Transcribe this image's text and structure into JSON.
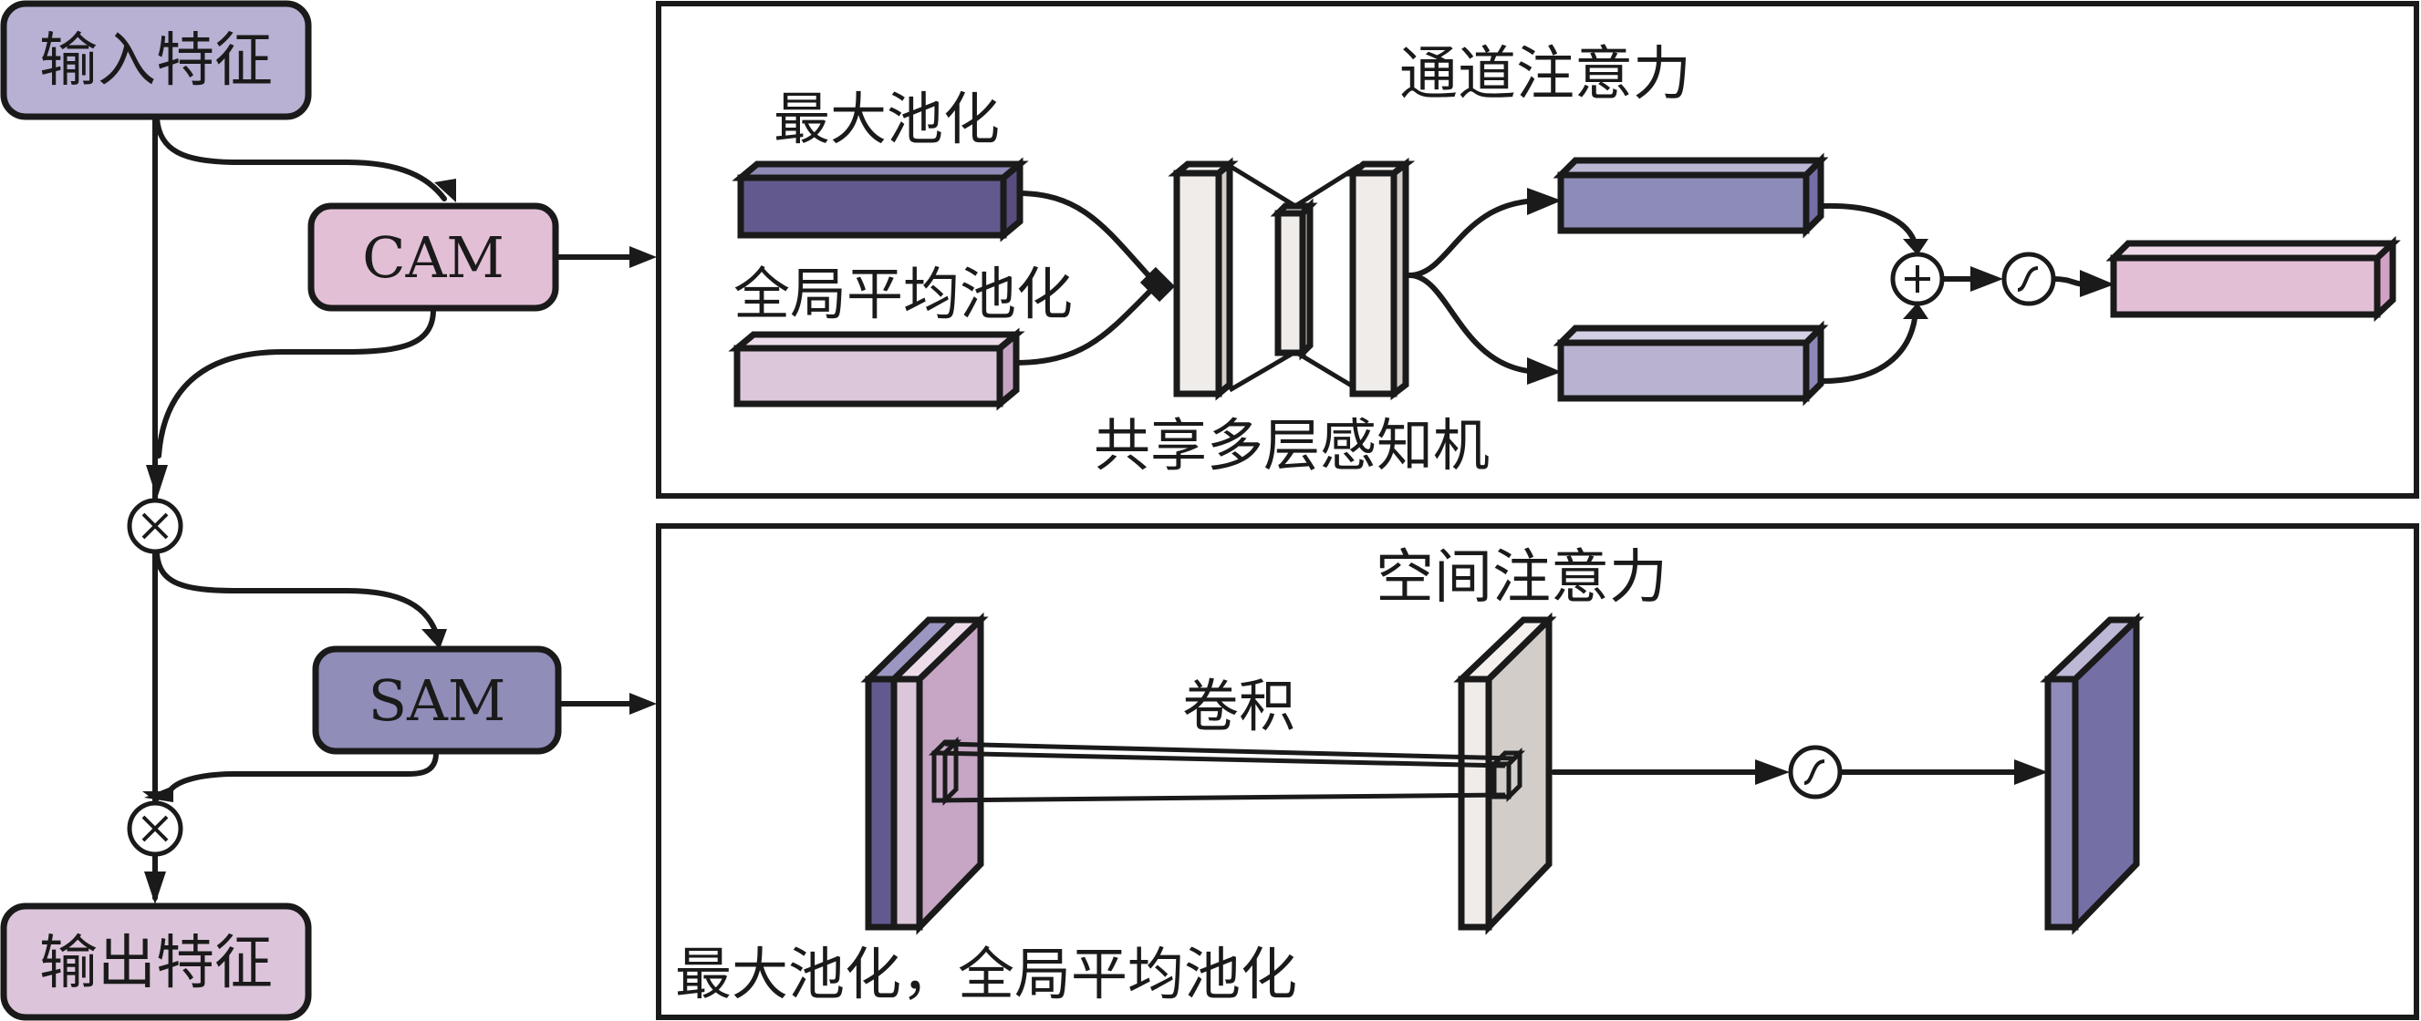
{
  "flow": {
    "input_label": "输入特征",
    "cam_label": "CAM",
    "sam_label": "SAM",
    "output_label": "输出特征",
    "multiply_symbol": "×",
    "colors": {
      "input_box": "#b8b1d3",
      "cam_box": "#e3bfd6",
      "sam_box": "#908db9",
      "output_box": "#dcc5da"
    }
  },
  "channel_attention": {
    "title": "通道注意力",
    "max_pool_label": "最大池化",
    "avg_pool_label": "全局平均池化",
    "mlp_label": "共享多层感知机",
    "add_symbol": "+",
    "sigmoid_symbol": "∫",
    "colors": {
      "max_pool_front": "#625a8f",
      "max_pool_top": "#8f8ab6",
      "max_pool_side": "#584d7c",
      "avg_pool_front": "#dcc6da",
      "avg_pool_top": "#ecdcea",
      "avg_pool_side": "#c6a3c4",
      "mlp_front": "#f0ecea",
      "mlp_side": "#d3cdca",
      "mid_upper_front": "#8d8bb8",
      "mid_upper_top": "#bcb7d4",
      "mid_upper_side": "#7470a6",
      "mid_lower_front": "#b9b3d1",
      "mid_lower_top": "#d4cfe3",
      "mid_lower_side": "#8c89b8",
      "out_front": "#e3bfd6",
      "out_top": "#efd9e8",
      "out_side": "#d4a1c6"
    }
  },
  "spatial_attention": {
    "title": "空间注意力",
    "conv_label": "卷积",
    "pool_label": "最大池化，全局平均池化",
    "sigmoid_symbol": "∫",
    "colors": {
      "pool_dark_front": "#625a8f",
      "pool_dark_top": "#9b97c2",
      "pool_light_front": "#dcc6da",
      "pool_light_top": "#ecdcea",
      "pool_side": "#c6a5c5",
      "conv_front": "#f0ecea",
      "conv_top": "#f5f1ef",
      "conv_side": "#d3cdca",
      "out_front": "#8f8cbb",
      "out_top": "#bcb8d6",
      "out_side": "#7470a6"
    }
  }
}
